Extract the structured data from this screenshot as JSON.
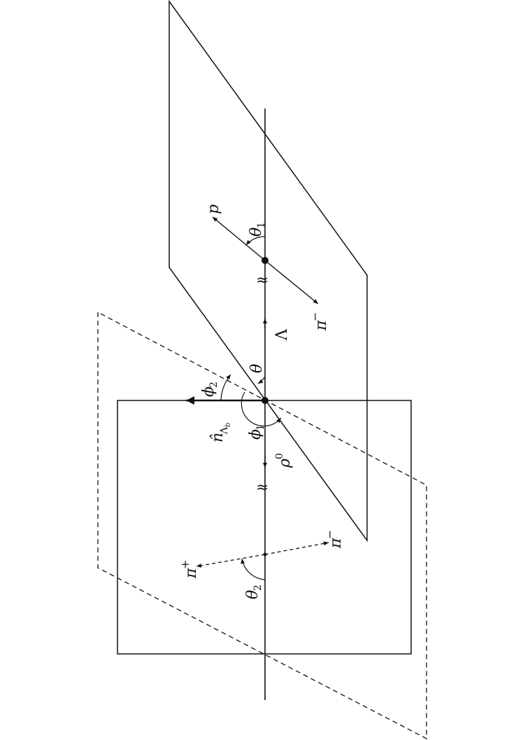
{
  "labels": {
    "p": "p",
    "theta1": "θ",
    "theta1_sub": "1",
    "pi_minus_top": "π",
    "pi_minus_top_sup": "−",
    "lambda": "Λ",
    "theta": "θ",
    "phi2": "ϕ",
    "phi2_sub": "2",
    "n_hat": "n̂",
    "n_hat_sub": "Λ",
    "n_hat_subsub": "b",
    "phi1": "ϕ",
    "phi1_sub": "1",
    "rho": "ρ",
    "rho_sup": "0",
    "pi_plus": "π",
    "pi_plus_sup": "+",
    "pi_minus_bottom": "π",
    "pi_minus_bottom_sup": "−",
    "theta2": "θ",
    "theta2_sub": "2"
  },
  "break_mark": "≈"
}
